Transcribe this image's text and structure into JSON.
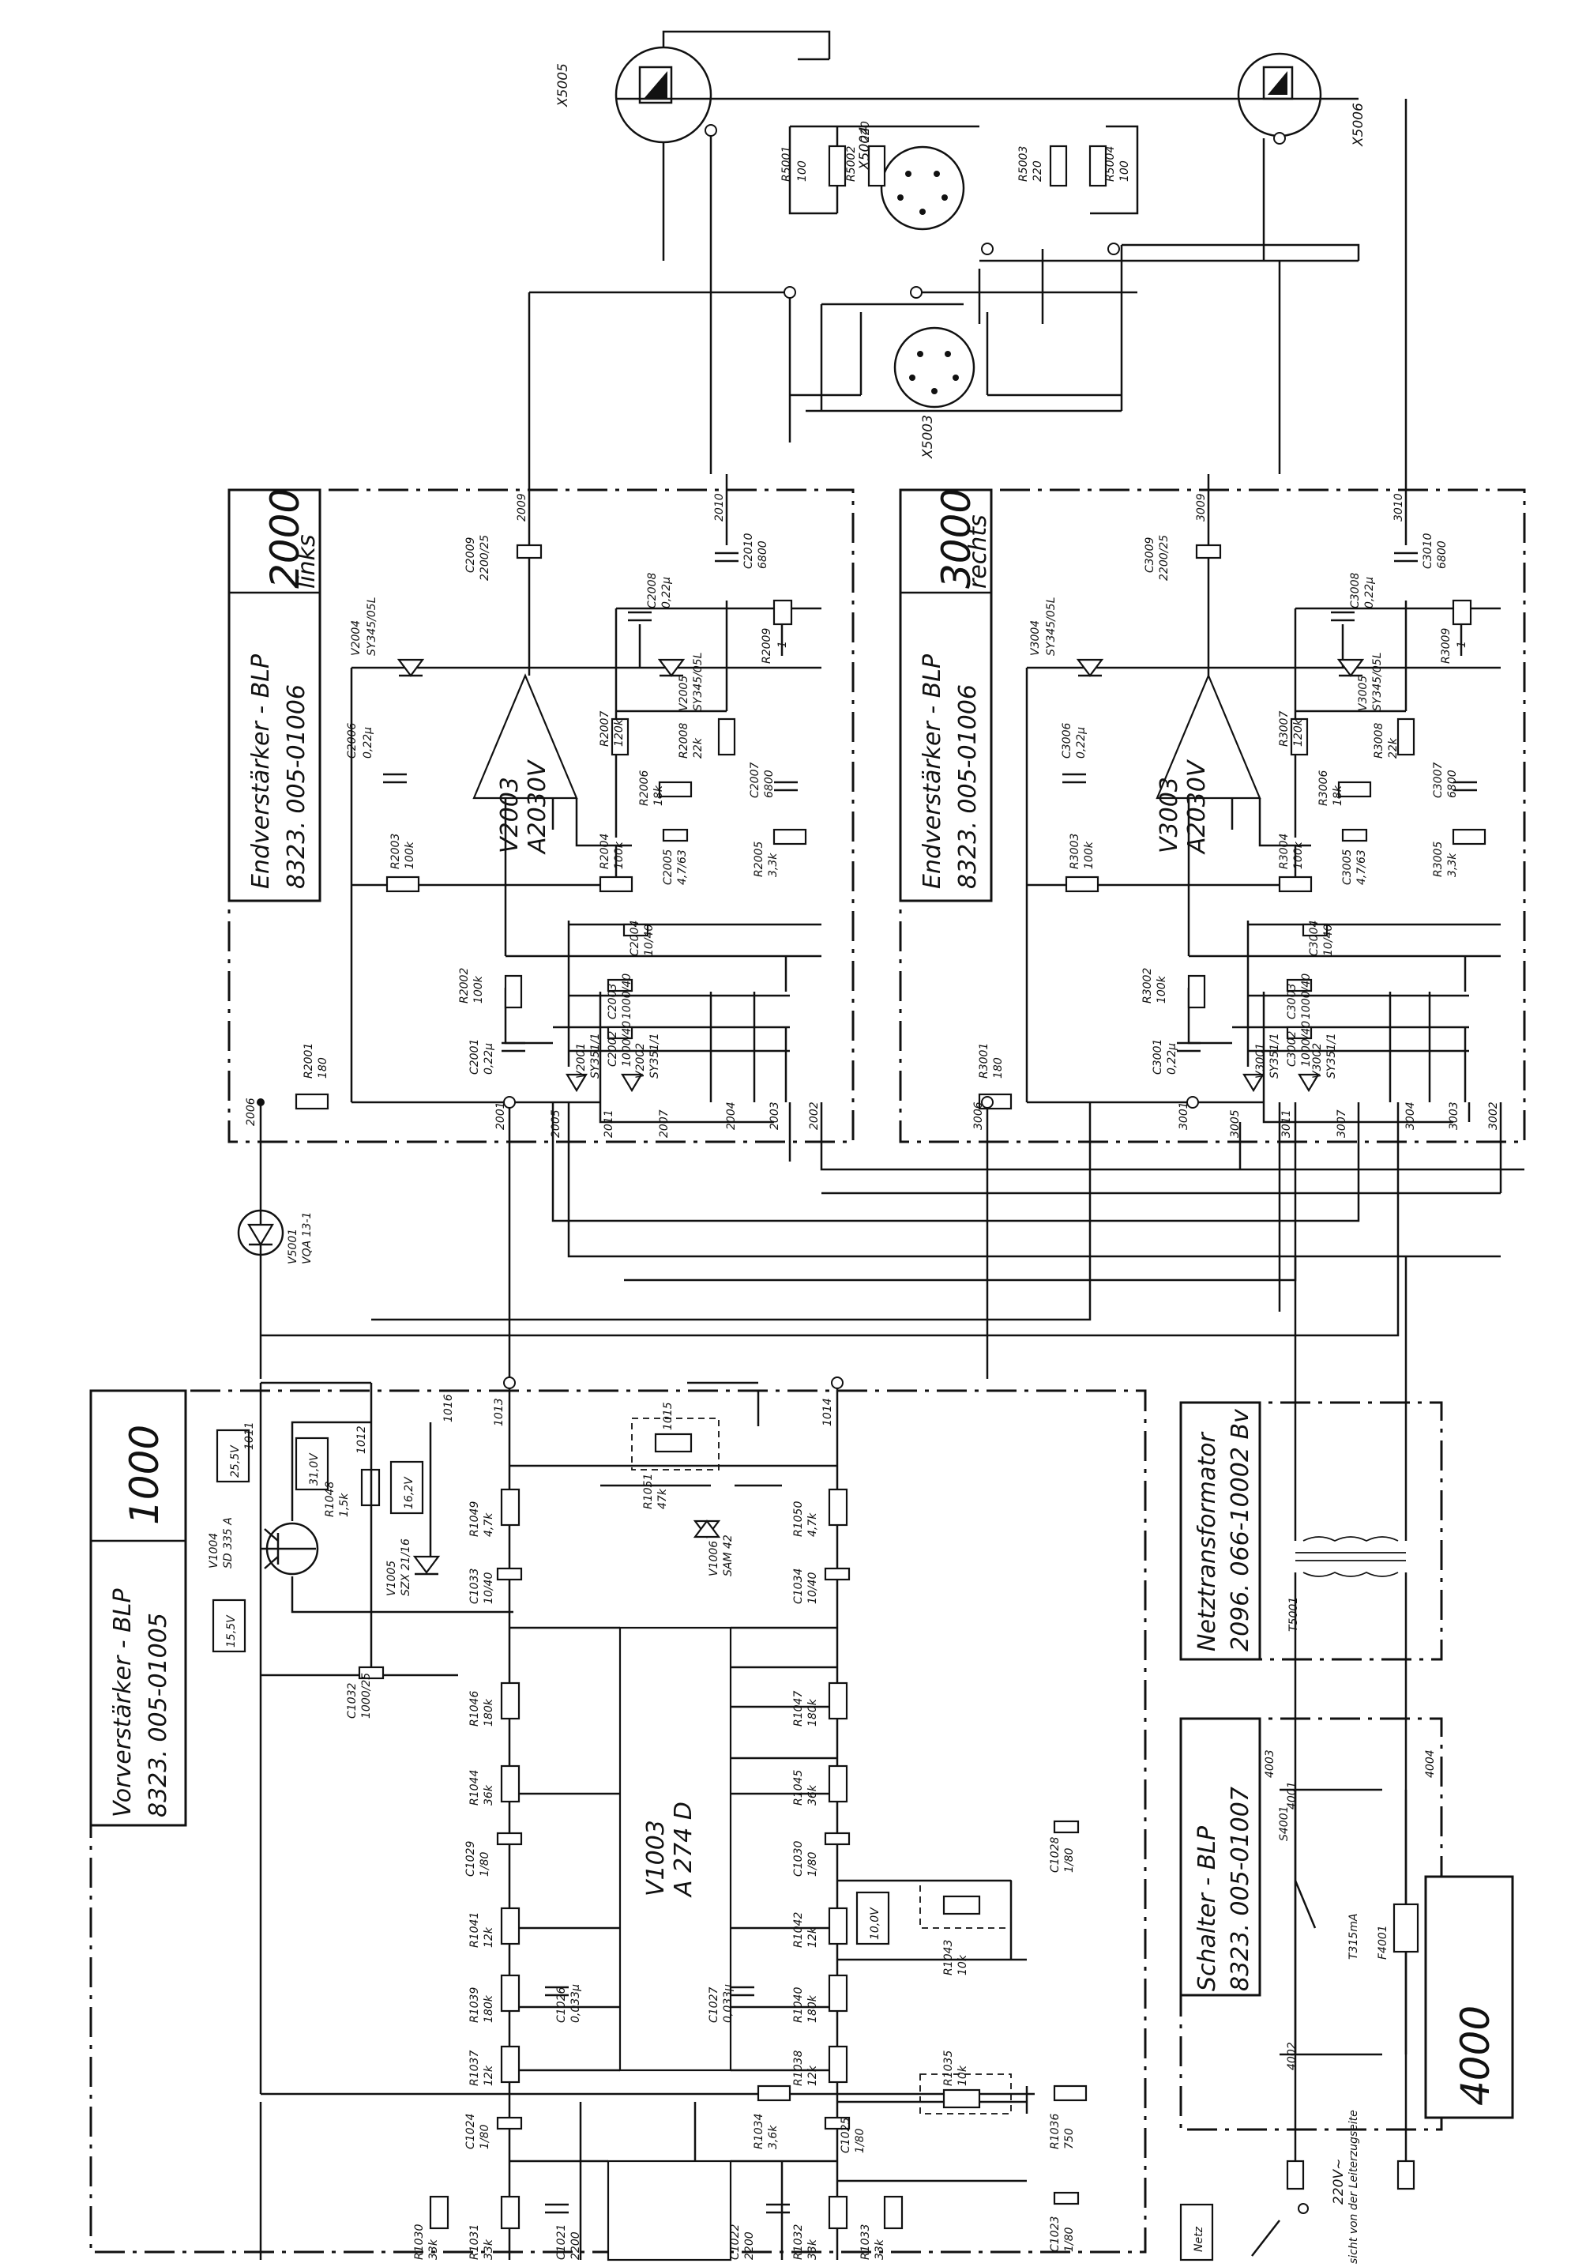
{
  "blocks": {
    "b1000": {
      "number": "1000",
      "title": "Vorverstärker - BLP",
      "part": "8323. 005-01005"
    },
    "b2000": {
      "number": "2000",
      "sub": "links",
      "title": "Endverstärker - BLP",
      "part": "8323. 005-01006"
    },
    "b3000": {
      "number": "3000",
      "sub": "rechts",
      "title": "Endverstärker - BLP",
      "part": "8323. 005-01006"
    },
    "b4000": {
      "number": "4000",
      "title": "Schalter - BLP",
      "part": "8323. 005-01007"
    },
    "trafo": {
      "title": "Netztransformator",
      "part": "2096. 066-10002 Bv",
      "ref": "T5001"
    }
  },
  "voltages": [
    "25,5V",
    "31,0V",
    "16,2V",
    "15,5V",
    "10,0V"
  ],
  "ic": {
    "v2003": {
      "ref": "V2003",
      "type": "A2030V"
    },
    "v3003": {
      "ref": "V3003",
      "type": "A2030V"
    },
    "v1003": {
      "ref": "V1003",
      "type": "A 274 D"
    }
  },
  "connectors": [
    "X5005",
    "X5004",
    "X5003",
    "X5006"
  ],
  "mains": {
    "voltage": "220V~",
    "fuse": "T315mA",
    "fuse_ref": "F4001",
    "switch": "S4001",
    "netz": "Netz"
  },
  "components_2000": [
    {
      "ref": "C2009",
      "val": "2200/25"
    },
    {
      "ref": "C2010",
      "val": "6800"
    },
    {
      "ref": "C2008",
      "val": "0,22μ"
    },
    {
      "ref": "R2009",
      "val": "1"
    },
    {
      "ref": "V2004",
      "val": "SY345/05L"
    },
    {
      "ref": "V2005",
      "val": "SY345/05L"
    },
    {
      "ref": "C2006",
      "val": "0,22μ"
    },
    {
      "ref": "R2007",
      "val": "120k"
    },
    {
      "ref": "R2008",
      "val": "22k"
    },
    {
      "ref": "R2006",
      "val": "18k"
    },
    {
      "ref": "C2007",
      "val": "6800"
    },
    {
      "ref": "R2003",
      "val": "100k"
    },
    {
      "ref": "R2004",
      "val": "100k"
    },
    {
      "ref": "C2005",
      "val": "4,7/63"
    },
    {
      "ref": "R2005",
      "val": "3,3k"
    },
    {
      "ref": "C2004",
      "val": "10/40"
    },
    {
      "ref": "C2003",
      "val": "1000/40"
    },
    {
      "ref": "C2002",
      "val": "1000/40"
    },
    {
      "ref": "R2002",
      "val": "100k"
    },
    {
      "ref": "C2001",
      "val": "0,22μ"
    },
    {
      "ref": "V2001",
      "val": "SY351/1"
    },
    {
      "ref": "V2002",
      "val": "SY351/1"
    },
    {
      "ref": "R2001",
      "val": "180"
    }
  ],
  "components_3000": [
    {
      "ref": "C3009",
      "val": "2200/25"
    },
    {
      "ref": "C3010",
      "val": "6800"
    },
    {
      "ref": "C3008",
      "val": "0,22μ"
    },
    {
      "ref": "R3009",
      "val": "1"
    },
    {
      "ref": "V3004",
      "val": "SY345/05L"
    },
    {
      "ref": "V3005",
      "val": "SY345/05L"
    },
    {
      "ref": "C3006",
      "val": "0,22μ"
    },
    {
      "ref": "R3007",
      "val": "120k"
    },
    {
      "ref": "R3008",
      "val": "22k"
    },
    {
      "ref": "R3006",
      "val": "18k"
    },
    {
      "ref": "C3007",
      "val": "6800"
    },
    {
      "ref": "R3003",
      "val": "100k"
    },
    {
      "ref": "R3004",
      "val": "100k"
    },
    {
      "ref": "C3005",
      "val": "4,7/63"
    },
    {
      "ref": "R3005",
      "val": "3,3k"
    },
    {
      "ref": "C3004",
      "val": "10/40"
    },
    {
      "ref": "C3003",
      "val": "1000/40"
    },
    {
      "ref": "C3002",
      "val": "1000/40"
    },
    {
      "ref": "R3002",
      "val": "100k"
    },
    {
      "ref": "C3001",
      "val": "0,22μ"
    },
    {
      "ref": "V3001",
      "val": "SY351/1"
    },
    {
      "ref": "V3002",
      "val": "SY351/1"
    },
    {
      "ref": "R3001",
      "val": "180"
    }
  ],
  "components_1000": [
    {
      "ref": "V1004",
      "val": "SD 335 A"
    },
    {
      "ref": "R1048",
      "val": "1,5k"
    },
    {
      "ref": "V1005",
      "val": "SZX 21/16"
    },
    {
      "ref": "R1049",
      "val": "4,7k"
    },
    {
      "ref": "R1050",
      "val": "4,7k"
    },
    {
      "ref": "R1051",
      "val": "47k"
    },
    {
      "ref": "V1006",
      "val": "SAM 42"
    },
    {
      "ref": "C1033",
      "val": "10/40"
    },
    {
      "ref": "C1034",
      "val": "10/40"
    },
    {
      "ref": "C1032",
      "val": "1000/25"
    },
    {
      "ref": "R1046",
      "val": "180k"
    },
    {
      "ref": "R1047",
      "val": "180k"
    },
    {
      "ref": "R1044",
      "val": "36k"
    },
    {
      "ref": "R1045",
      "val": "36k"
    },
    {
      "ref": "C1029",
      "val": "1/80"
    },
    {
      "ref": "C1030",
      "val": "1/80"
    },
    {
      "ref": "C1028",
      "val": "1/80"
    },
    {
      "ref": "R1041",
      "val": "12k"
    },
    {
      "ref": "R1042",
      "val": "12k"
    },
    {
      "ref": "R1043",
      "val": "10k"
    },
    {
      "ref": "R1039",
      "val": "180k"
    },
    {
      "ref": "C1026",
      "val": "0,033μ"
    },
    {
      "ref": "C1027",
      "val": "0,033μ"
    },
    {
      "ref": "R1040",
      "val": "180k"
    },
    {
      "ref": "R1037",
      "val": "12k"
    },
    {
      "ref": "R1038",
      "val": "12k"
    },
    {
      "ref": "R1035",
      "val": "10k"
    },
    {
      "ref": "R1036",
      "val": "750"
    },
    {
      "ref": "R1034",
      "val": "3,6k"
    },
    {
      "ref": "C1024",
      "val": "1/80"
    },
    {
      "ref": "C1025",
      "val": "1/80"
    },
    {
      "ref": "C1023",
      "val": "1/80"
    },
    {
      "ref": "R1030",
      "val": "33k"
    },
    {
      "ref": "R1031",
      "val": "33k"
    },
    {
      "ref": "C1021",
      "val": "2200"
    },
    {
      "ref": "C1022",
      "val": "2200"
    },
    {
      "ref": "R1032",
      "val": "33k"
    },
    {
      "ref": "R1033",
      "val": "33k"
    }
  ],
  "misc": {
    "led": {
      "ref": "V5001",
      "type": "VQA 13-1"
    },
    "r5001": {
      "ref": "R5001",
      "val": "100"
    },
    "r5002": {
      "ref": "R5002",
      "val": "220"
    },
    "r5003": {
      "ref": "R5003",
      "val": "220"
    },
    "r5004": {
      "ref": "R5004",
      "val": "100"
    },
    "pin_labels": [
      "1011",
      "1012",
      "1016",
      "1013",
      "1015",
      "1014",
      "2006",
      "2001",
      "2005",
      "2011",
      "2007",
      "2004",
      "2003",
      "2002",
      "2009",
      "2010",
      "3006",
      "3001",
      "3005",
      "3011",
      "3007",
      "3004",
      "3003",
      "3002",
      "3009",
      "3010",
      "4001",
      "4002",
      "4003",
      "4004"
    ],
    "note": "sicht von der Leiterzugseite"
  }
}
